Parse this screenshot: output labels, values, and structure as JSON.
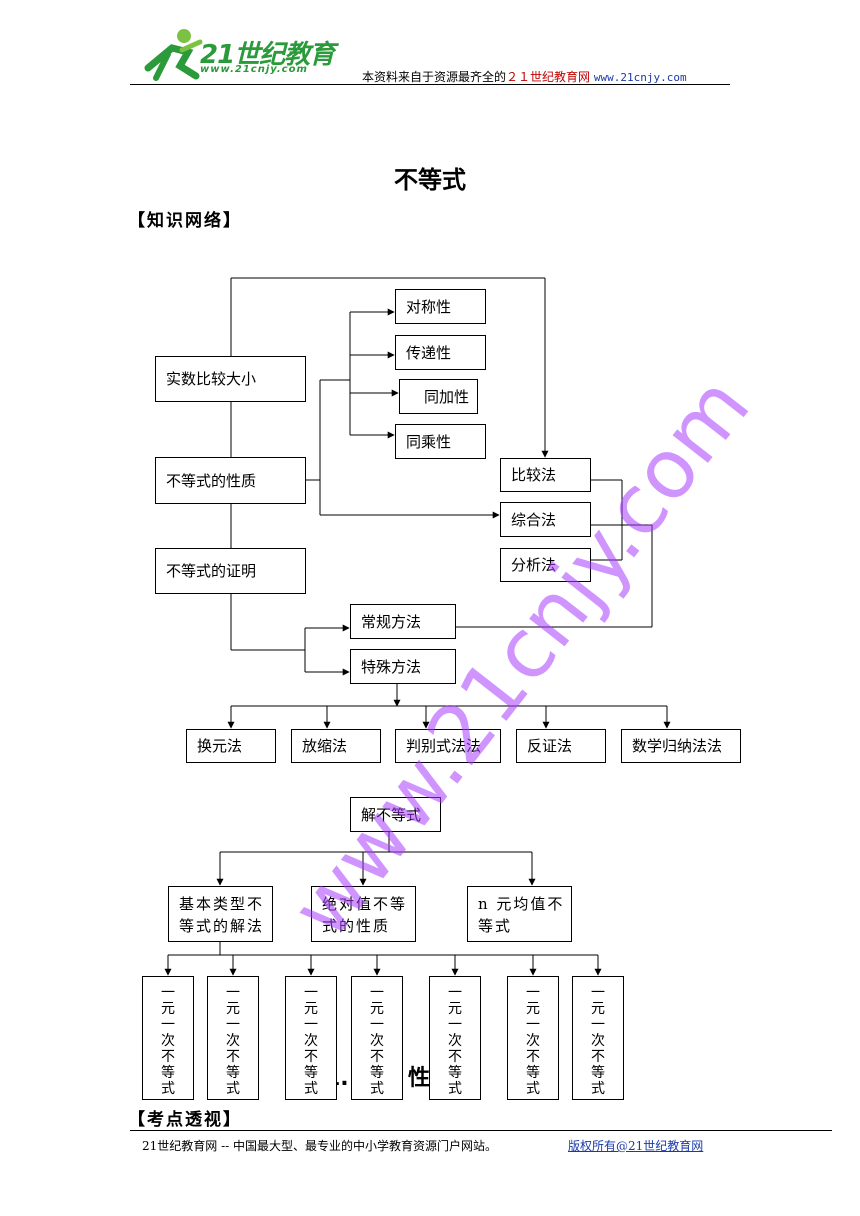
{
  "header": {
    "logo_text": "21世纪教育",
    "logo_url": "www.21cnjy.com",
    "note_prefix": "本资料来自于资源最齐全的",
    "note_brand": "２１世纪教育网",
    "note_url": "www.21cnjy.com"
  },
  "title": "不等式",
  "sections": {
    "knowledge_network": "【知识网络】",
    "key_points": "【考点透视】"
  },
  "diagram": {
    "main_nodes": [
      "实数比较大小",
      "不等式的性质",
      "不等式的证明"
    ],
    "properties": [
      "对称性",
      "传递性",
      "同加性",
      "同乘性"
    ],
    "proof_methods": [
      "比较法",
      "综合法",
      "分析法"
    ],
    "method_groups": [
      "常规方法",
      "特殊方法"
    ],
    "special_methods": [
      "换元法",
      "放缩法",
      "判别式法法",
      "反证法",
      "数学归纳法法"
    ],
    "solve_root": "解不等式",
    "solve_types": [
      "基本类型不等式的解法",
      "绝对值不等式的性质",
      "n 元均值不等式"
    ],
    "vertical_boxes": [
      [
        "一",
        "元",
        "一",
        "次",
        "不",
        "等",
        "式"
      ],
      [
        "一",
        "元",
        "一",
        "次",
        "不",
        "等",
        "式"
      ],
      [
        "一",
        "元",
        "一",
        "次",
        "不",
        "等",
        "式"
      ],
      [
        "一",
        "元",
        "一",
        "次",
        "不",
        "等",
        "式"
      ],
      [
        "一",
        "元",
        "一",
        "次",
        "不",
        "等",
        "式"
      ],
      [
        "一",
        "元",
        "一",
        "次",
        "不",
        "等",
        "式"
      ],
      [
        "一",
        "元",
        "一",
        "次",
        "不",
        "等",
        "式"
      ]
    ],
    "overlap_text": "1.   不等   性"
  },
  "watermark": "www.21cnjy.com",
  "footer": {
    "left": "21世纪教育网 -- 中国最大型、最专业的中小学教育资源门户网站。",
    "right": "版权所有@21世纪教育网"
  }
}
